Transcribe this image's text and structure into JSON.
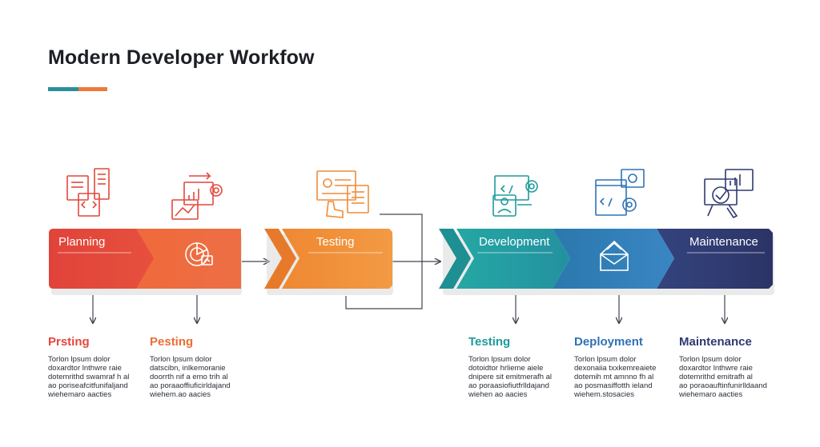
{
  "title": "Modern Developer Workfow",
  "colors": {
    "red": "#e4473c",
    "orange": "#f08c38",
    "teal": "#1f9a9c",
    "blue": "#2f72b6",
    "navy": "#2f3a70",
    "accent_teal": "#2a8f9c",
    "accent_orange": "#ee7a3a",
    "line": "#404652"
  },
  "stages": [
    {
      "label": "Planning",
      "icon": "documents-code-icon"
    },
    {
      "label": "",
      "icon": "gear-chart-icon"
    },
    {
      "label": "Testing",
      "icon": "checklist-hand-icon"
    },
    {
      "label": "Development",
      "icon": "monitor-gear-icon"
    },
    {
      "label": "",
      "icon": "code-window-icon"
    },
    {
      "label": "Maintenance",
      "icon": "checkmark-tools-icon"
    }
  ],
  "descriptions": [
    {
      "heading": "Prsting",
      "lines": [
        "Torlon lpsum dolor",
        "doxardtor lnthwre raie",
        "dotemrithd swamraf h al",
        "ao poriseafcitfunifaljand",
        "wiehemaro aacties"
      ]
    },
    {
      "heading": "Pesting",
      "lines": [
        "Torlon lpsum dolor",
        "datscibn, inlkemoranie",
        "doorrth nif a emo trih al",
        "ao poraaoffiuficirldajand",
        "wiehem.ao aacies"
      ]
    },
    {
      "heading": "Testing",
      "lines": [
        "Torlon lpsum dolor",
        "dotoidtor hrlieme aiele",
        "dnipere sit emitmerafh al",
        "ao poraasiofiutfrlldajand",
        "wiehen ao aacies"
      ]
    },
    {
      "heading": "Deployment",
      "lines": [
        "Torlon lpsum dolor",
        "dexonaiia txxkemreaiete",
        "dotemih mt amnno fh al",
        "ao posmasiffotth ieland",
        "wiehem.stosacies"
      ]
    },
    {
      "heading": "Maintenance",
      "lines": [
        "Torlon lpsum dolor",
        "doxardtor lnthwre raie",
        "dotemrithd emitrafh al",
        "ao poraoauftinfunirlldaand",
        "wiehemaro aacties"
      ]
    }
  ]
}
